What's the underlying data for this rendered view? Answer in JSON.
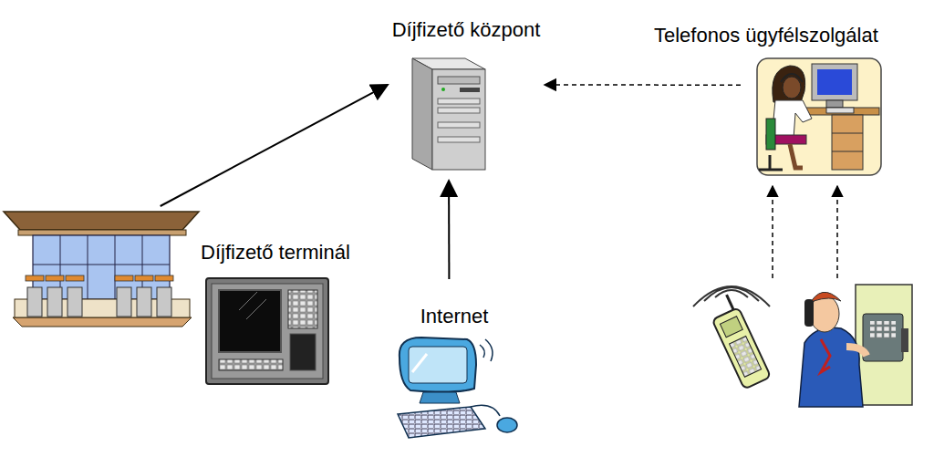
{
  "diagram": {
    "nodes": [
      {
        "text": [
          "Díjfizető központ"
        ]
      },
      {
        "text": [
          "Telefonos ügyfélszolgálat"
        ]
      },
      {
        "text": [
          "Díjfizető terminál"
        ]
      },
      {
        "text": [
          "Internet"
        ]
      }
    ],
    "edges": [
      {
        "from": 2,
        "to": 0,
        "arrow": "to"
      },
      {
        "from": 3,
        "to": 0,
        "arrow": "to"
      },
      {
        "from": 1,
        "to": 0,
        "arrow": "to"
      }
    ]
  }
}
